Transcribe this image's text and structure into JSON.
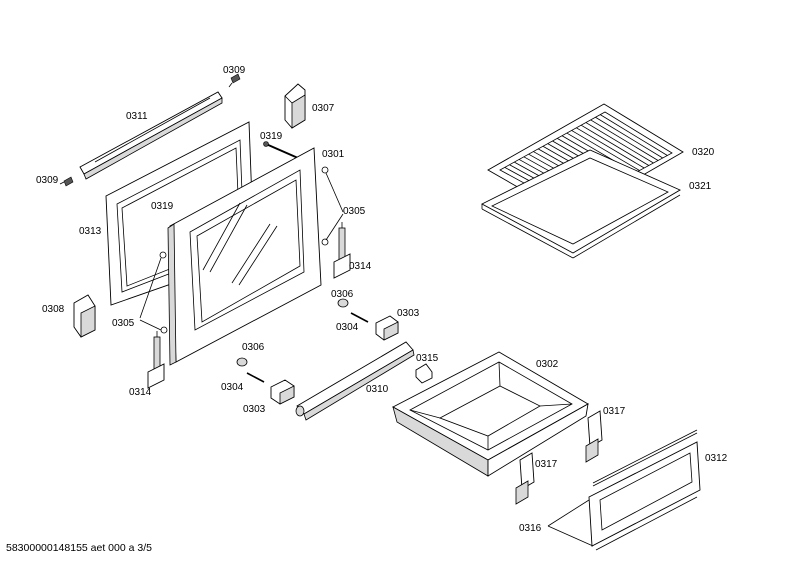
{
  "labels": {
    "l0309a": "0309",
    "l0311": "0311",
    "l0307": "0307",
    "l0319a": "0319",
    "l0301": "0301",
    "l0320": "0320",
    "l0321": "0321",
    "l0309b": "0309",
    "l0319b": "0319",
    "l0305a": "0305",
    "l0313": "0313",
    "l0314a": "0314",
    "l0306a": "0306",
    "l0308": "0308",
    "l0305b": "0305",
    "l0304a": "0304",
    "l0303a": "0303",
    "l0306b": "0306",
    "l0315": "0315",
    "l0302": "0302",
    "l0314b": "0314",
    "l0304b": "0304",
    "l0310": "0310",
    "l0303b": "0303",
    "l0317a": "0317",
    "l0312": "0312",
    "l0317b": "0317",
    "l0316": "0316"
  },
  "footer": "58300000148155 aet 000 a 3/5"
}
